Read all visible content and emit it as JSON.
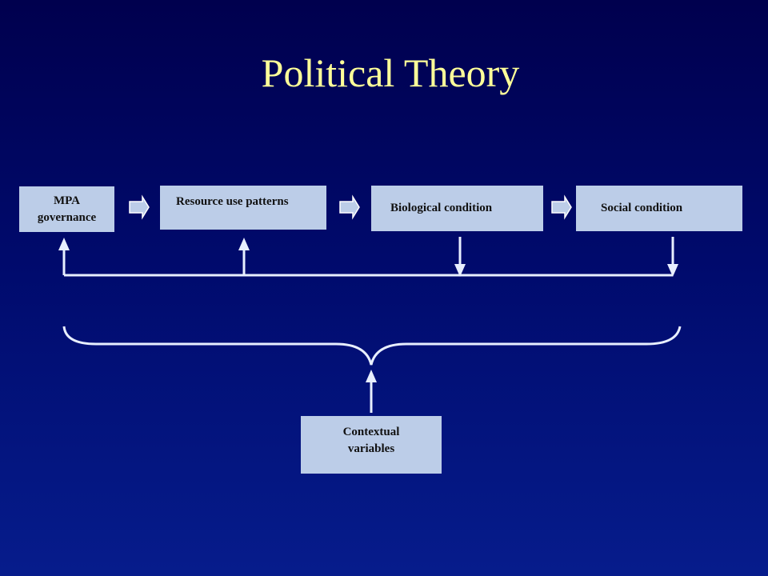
{
  "slide": {
    "title": "Political Theory"
  },
  "diagram": {
    "boxes": {
      "mpa_governance": [
        "MPA",
        "governance"
      ],
      "resource_use": "Resource use patterns",
      "biological": "Biological condition",
      "social": "Social condition",
      "contextual": [
        "Contextual",
        "variables"
      ]
    }
  },
  "colors": {
    "background": "#00106a",
    "title": "#ffff99",
    "box_fill": "#bccde8",
    "connector": "#e8efff"
  }
}
